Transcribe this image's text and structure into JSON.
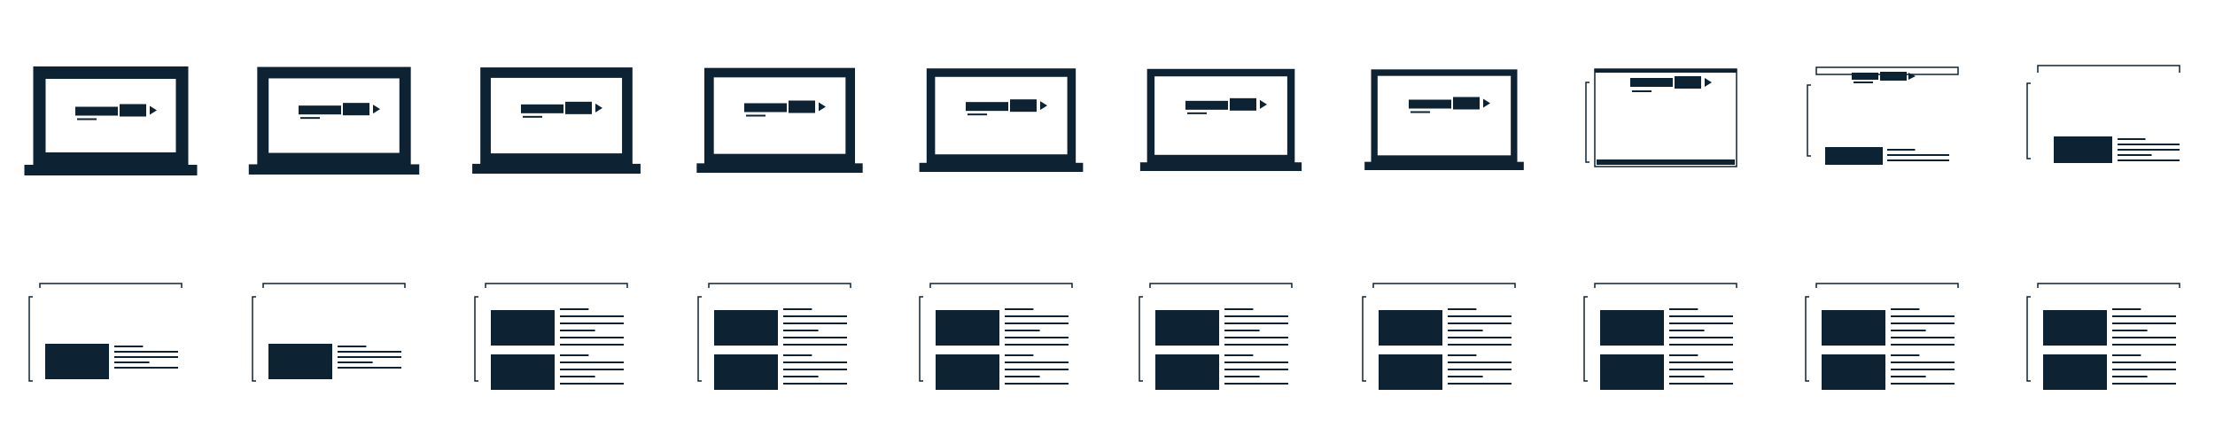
{
  "title": "",
  "colors": {
    "ink": "#0d2233",
    "background": "#ffffff"
  },
  "sequence": {
    "icon": "laptop-to-article-layout-icon",
    "rows": 2,
    "frames_per_row": 10,
    "row_1": {
      "description_frames": [
        {
          "stage": "laptop-with-search-bar",
          "progress": 0.0
        },
        {
          "stage": "laptop-with-search-bar",
          "progress": 0.05
        },
        {
          "stage": "laptop-with-search-bar",
          "progress": 0.1
        },
        {
          "stage": "laptop-with-search-bar",
          "progress": 0.15
        },
        {
          "stage": "laptop-with-search-bar",
          "progress": 0.2
        },
        {
          "stage": "laptop-with-search-bar",
          "progress": 0.25
        },
        {
          "stage": "laptop-opening",
          "progress": 0.3
        },
        {
          "stage": "laptop-opening",
          "progress": 0.35
        },
        {
          "stage": "frame-morphing",
          "progress": 0.4
        },
        {
          "stage": "frame-morphing",
          "progress": 0.45
        }
      ]
    },
    "row_2": {
      "description_frames": [
        {
          "stage": "article-layout",
          "cards": 1,
          "progress": 0.5
        },
        {
          "stage": "article-layout",
          "cards": 1,
          "progress": 0.55
        },
        {
          "stage": "article-layout",
          "cards": 2,
          "progress": 0.6
        },
        {
          "stage": "article-layout",
          "cards": 2,
          "progress": 0.65
        },
        {
          "stage": "article-layout",
          "cards": 2,
          "progress": 0.7
        },
        {
          "stage": "article-layout",
          "cards": 2,
          "progress": 0.75
        },
        {
          "stage": "article-layout",
          "cards": 2,
          "progress": 0.8
        },
        {
          "stage": "article-layout",
          "cards": 2,
          "progress": 0.85
        },
        {
          "stage": "article-layout",
          "cards": 2,
          "progress": 0.9
        },
        {
          "stage": "article-layout",
          "cards": 2,
          "progress": 1.0
        }
      ]
    }
  }
}
